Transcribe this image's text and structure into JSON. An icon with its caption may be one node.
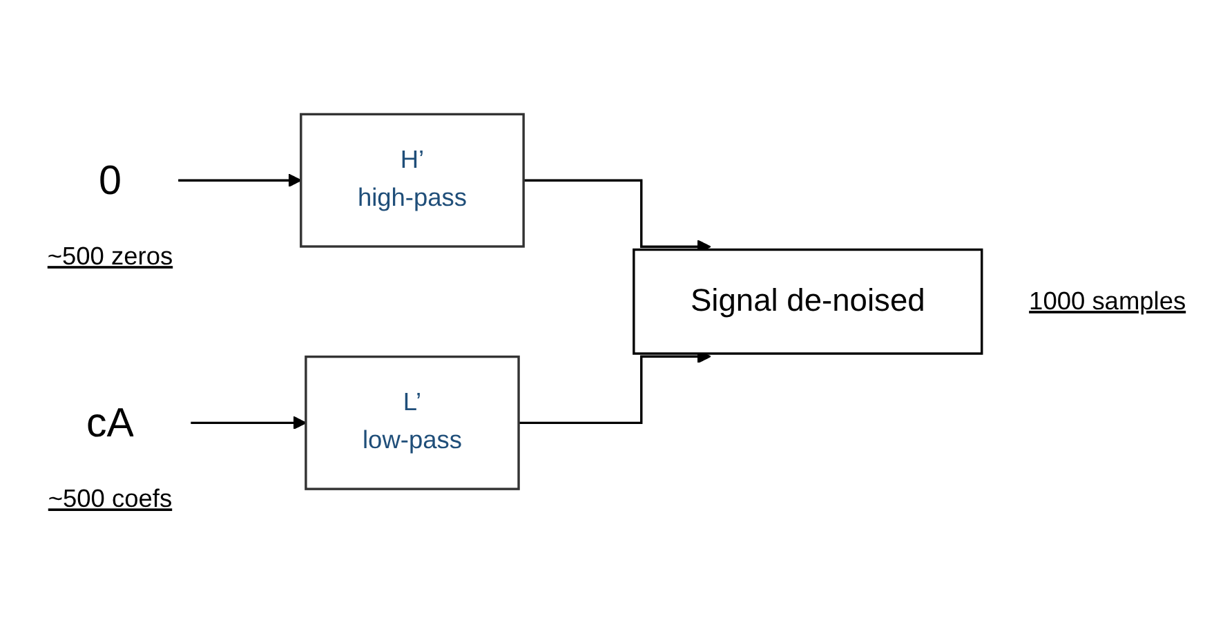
{
  "diagram": {
    "nodes": [
      {
        "text": [
          "0"
        ],
        "beside": [
          "~500 zeros"
        ]
      },
      {
        "text": [
          "H’",
          "high-pass"
        ]
      },
      {
        "text": [
          "cA"
        ],
        "beside": [
          "~500 coefs"
        ]
      },
      {
        "text": [
          "L’",
          "low-pass"
        ]
      },
      {
        "text": [
          "Signal de-noised"
        ],
        "beside": [
          "1000 samples"
        ]
      }
    ],
    "edges": [
      {
        "from": 0,
        "to": 1,
        "arrow": "to"
      },
      {
        "from": 2,
        "to": 3,
        "arrow": "to"
      },
      {
        "from": 1,
        "to": 4,
        "arrow": "to"
      },
      {
        "from": 3,
        "to": 4,
        "arrow": "to"
      }
    ]
  }
}
